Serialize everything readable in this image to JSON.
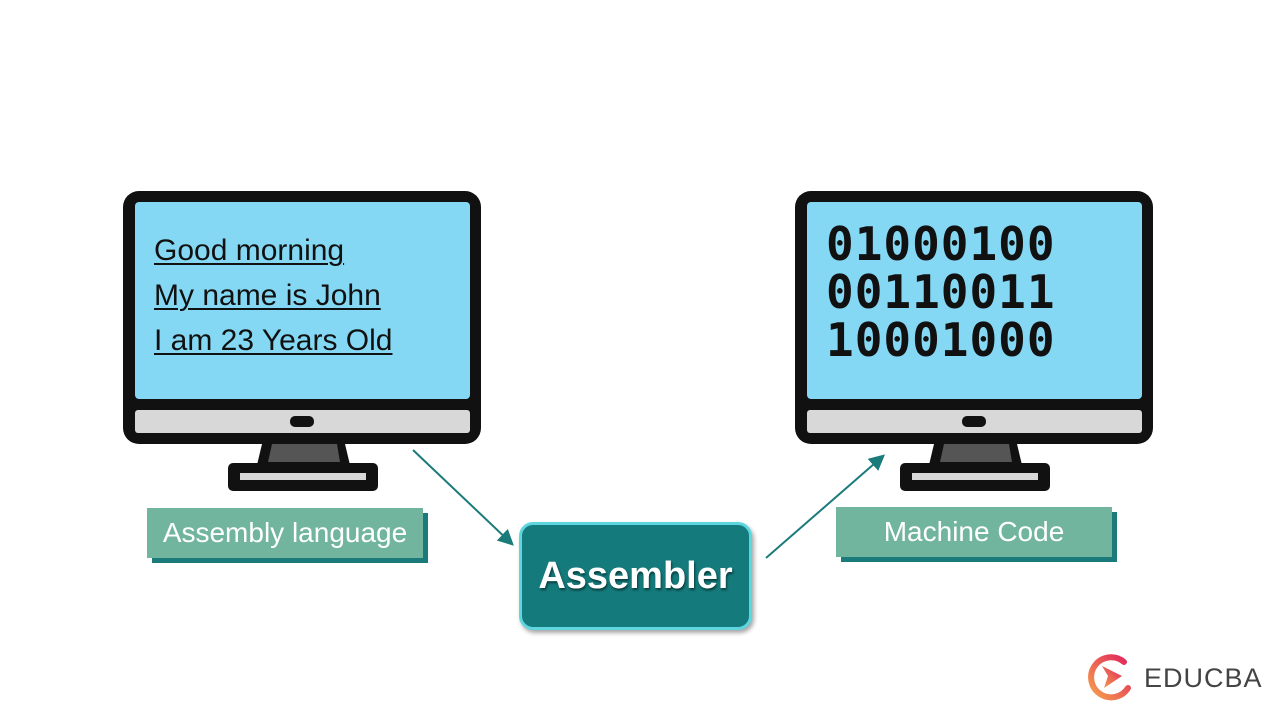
{
  "left_monitor": {
    "lines": [
      "Good morning",
      "My name is John",
      "I am 23 Years Old"
    ],
    "label": "Assembly language"
  },
  "right_monitor": {
    "lines": [
      "01000100",
      "00110011",
      "10001000"
    ],
    "label": "Machine Code"
  },
  "center": {
    "label": "Assembler"
  },
  "logo": {
    "text": "EDUCBA"
  },
  "colors": {
    "screen": "#84d8f4",
    "label": "#72b59e",
    "assembler": "#147a7b",
    "arrow": "#1b7a7a"
  }
}
